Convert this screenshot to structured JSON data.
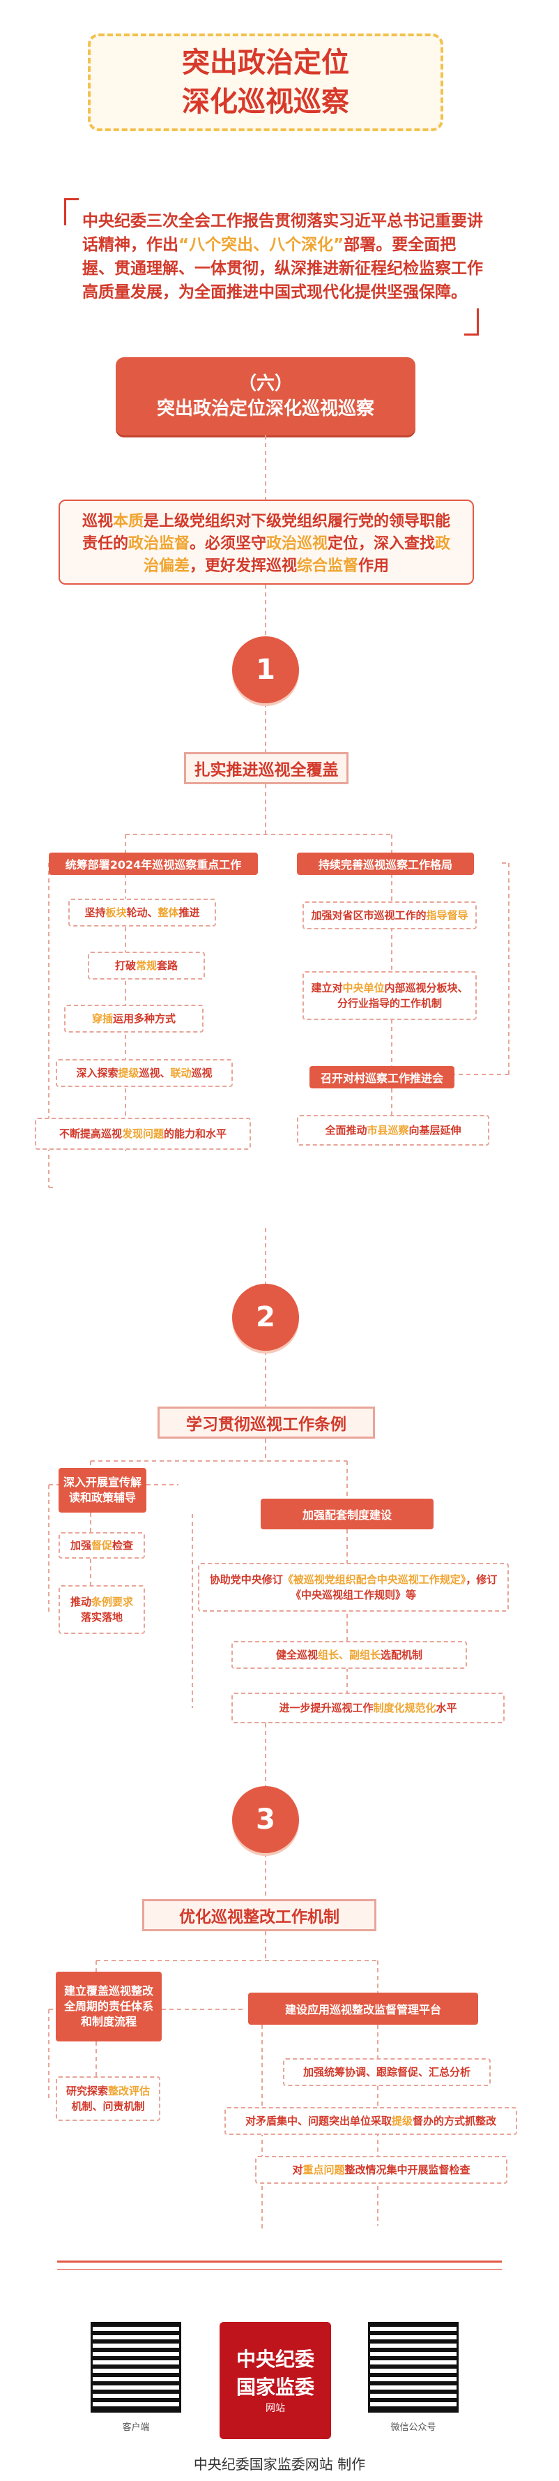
{
  "title": {
    "line1": "突出政治定位",
    "line2": "深化巡视巡察"
  },
  "intro": {
    "part1": "中央纪委三次全会工作报告贯彻落实习近平总书记重要讲话精神，作出",
    "highlight": "“八个突出、八个深化”",
    "part2": "部署。要全面把握、贯通理解、一体贯彻，纵深推进新征程纪检监察工作高质量发展，为全面推进中国式现代化提供坚强保障。"
  },
  "section": {
    "number": "（六）",
    "title": "突出政治定位深化巡视巡察"
  },
  "definition": {
    "t1": "巡视",
    "h1": "本质",
    "t2": "是上级党组织对下级党组织履行党的领导职能责任的",
    "h2": "政治监督",
    "t3": "。必须坚守",
    "h3": "政治巡视",
    "t4": "定位，深入查找",
    "h4": "政治偏差",
    "t5": "，更好发挥巡视",
    "h5": "综合监督",
    "t6": "作用"
  },
  "part1": {
    "number": "1",
    "heading": "扎实推进巡视全覆盖",
    "left_title": "统筹部署2024年巡视巡察重点工作",
    "right_title": "持续完善巡视巡察工作格局",
    "left_items": [
      {
        "a": "坚持",
        "b": "板块",
        "c": "轮动、",
        "d": "整体",
        "e": "推进"
      },
      {
        "a": "打破",
        "b": "常规",
        "c": "套路",
        "d": "",
        "e": ""
      },
      {
        "a": "",
        "b": "穿插",
        "c": "运用多种方式",
        "d": "",
        "e": ""
      },
      {
        "a": "深入探索",
        "b": "提级",
        "c": "巡视、",
        "d": "联动",
        "e": "巡视"
      },
      {
        "a": "不断提高巡视",
        "b": "发现问题",
        "c": "的能力和水平",
        "d": "",
        "e": ""
      }
    ],
    "right_items": [
      {
        "a": "加强对省区市巡视工作的",
        "b": "指导督导",
        "c": ""
      },
      {
        "a": "建立对",
        "b": "中央单位",
        "c": "内部巡视分板块、分行业指导的工作机制"
      }
    ],
    "right_title2": "召开对村巡察工作推进会",
    "right_item3": {
      "a": "全面推动",
      "b": "市县巡察",
      "c": "向基层延伸"
    }
  },
  "part2": {
    "number": "2",
    "heading": "学习贯彻巡视工作条例",
    "left_title": "深入开展宣传解读和政策辅导",
    "right_title": "加强配套制度建设",
    "left_items": [
      {
        "a": "加强",
        "b": "督促",
        "c": "检查"
      },
      {
        "a": "推动",
        "b": "条例要求",
        "c": "落实落地"
      }
    ],
    "right_items": [
      {
        "a": "协助党中央修订",
        "b": "《被巡视党组织配合中央巡视工作规定》",
        "c": "，修订《中央巡视组工作规则》等"
      },
      {
        "a": "健全巡视",
        "b": "组长、副组长",
        "c": "选配机制"
      },
      {
        "a": "进一步提升巡视工作",
        "b": "制度化规范化",
        "c": "水平"
      }
    ]
  },
  "part3": {
    "number": "3",
    "heading": "优化巡视整改工作机制",
    "left_title": "建立覆盖巡视整改全周期的责任体系和制度流程",
    "right_title": "建设应用巡视整改监督管理平台",
    "left_items": [
      {
        "a": "研究探索",
        "b": "整改评估",
        "c": "机制、问责机制"
      }
    ],
    "right_items": [
      {
        "a": "加强统筹协调、跟踪督促、汇总分析",
        "b": "",
        "c": ""
      },
      {
        "a": "对矛盾集中、问题突出单位采取",
        "b": "提级",
        "c": "督办的方式抓整改"
      },
      {
        "a": "对",
        "b": "重点问题",
        "c": "整改情况集中开展监督检查"
      }
    ]
  },
  "footer": {
    "qr_left_caption": "客户端",
    "qr_right_caption": "微信公众号",
    "logo_line1": "中央纪委",
    "logo_line2": "国家监委",
    "logo_line3": "网站",
    "credit": "中央纪委国家监委网站 制作"
  }
}
